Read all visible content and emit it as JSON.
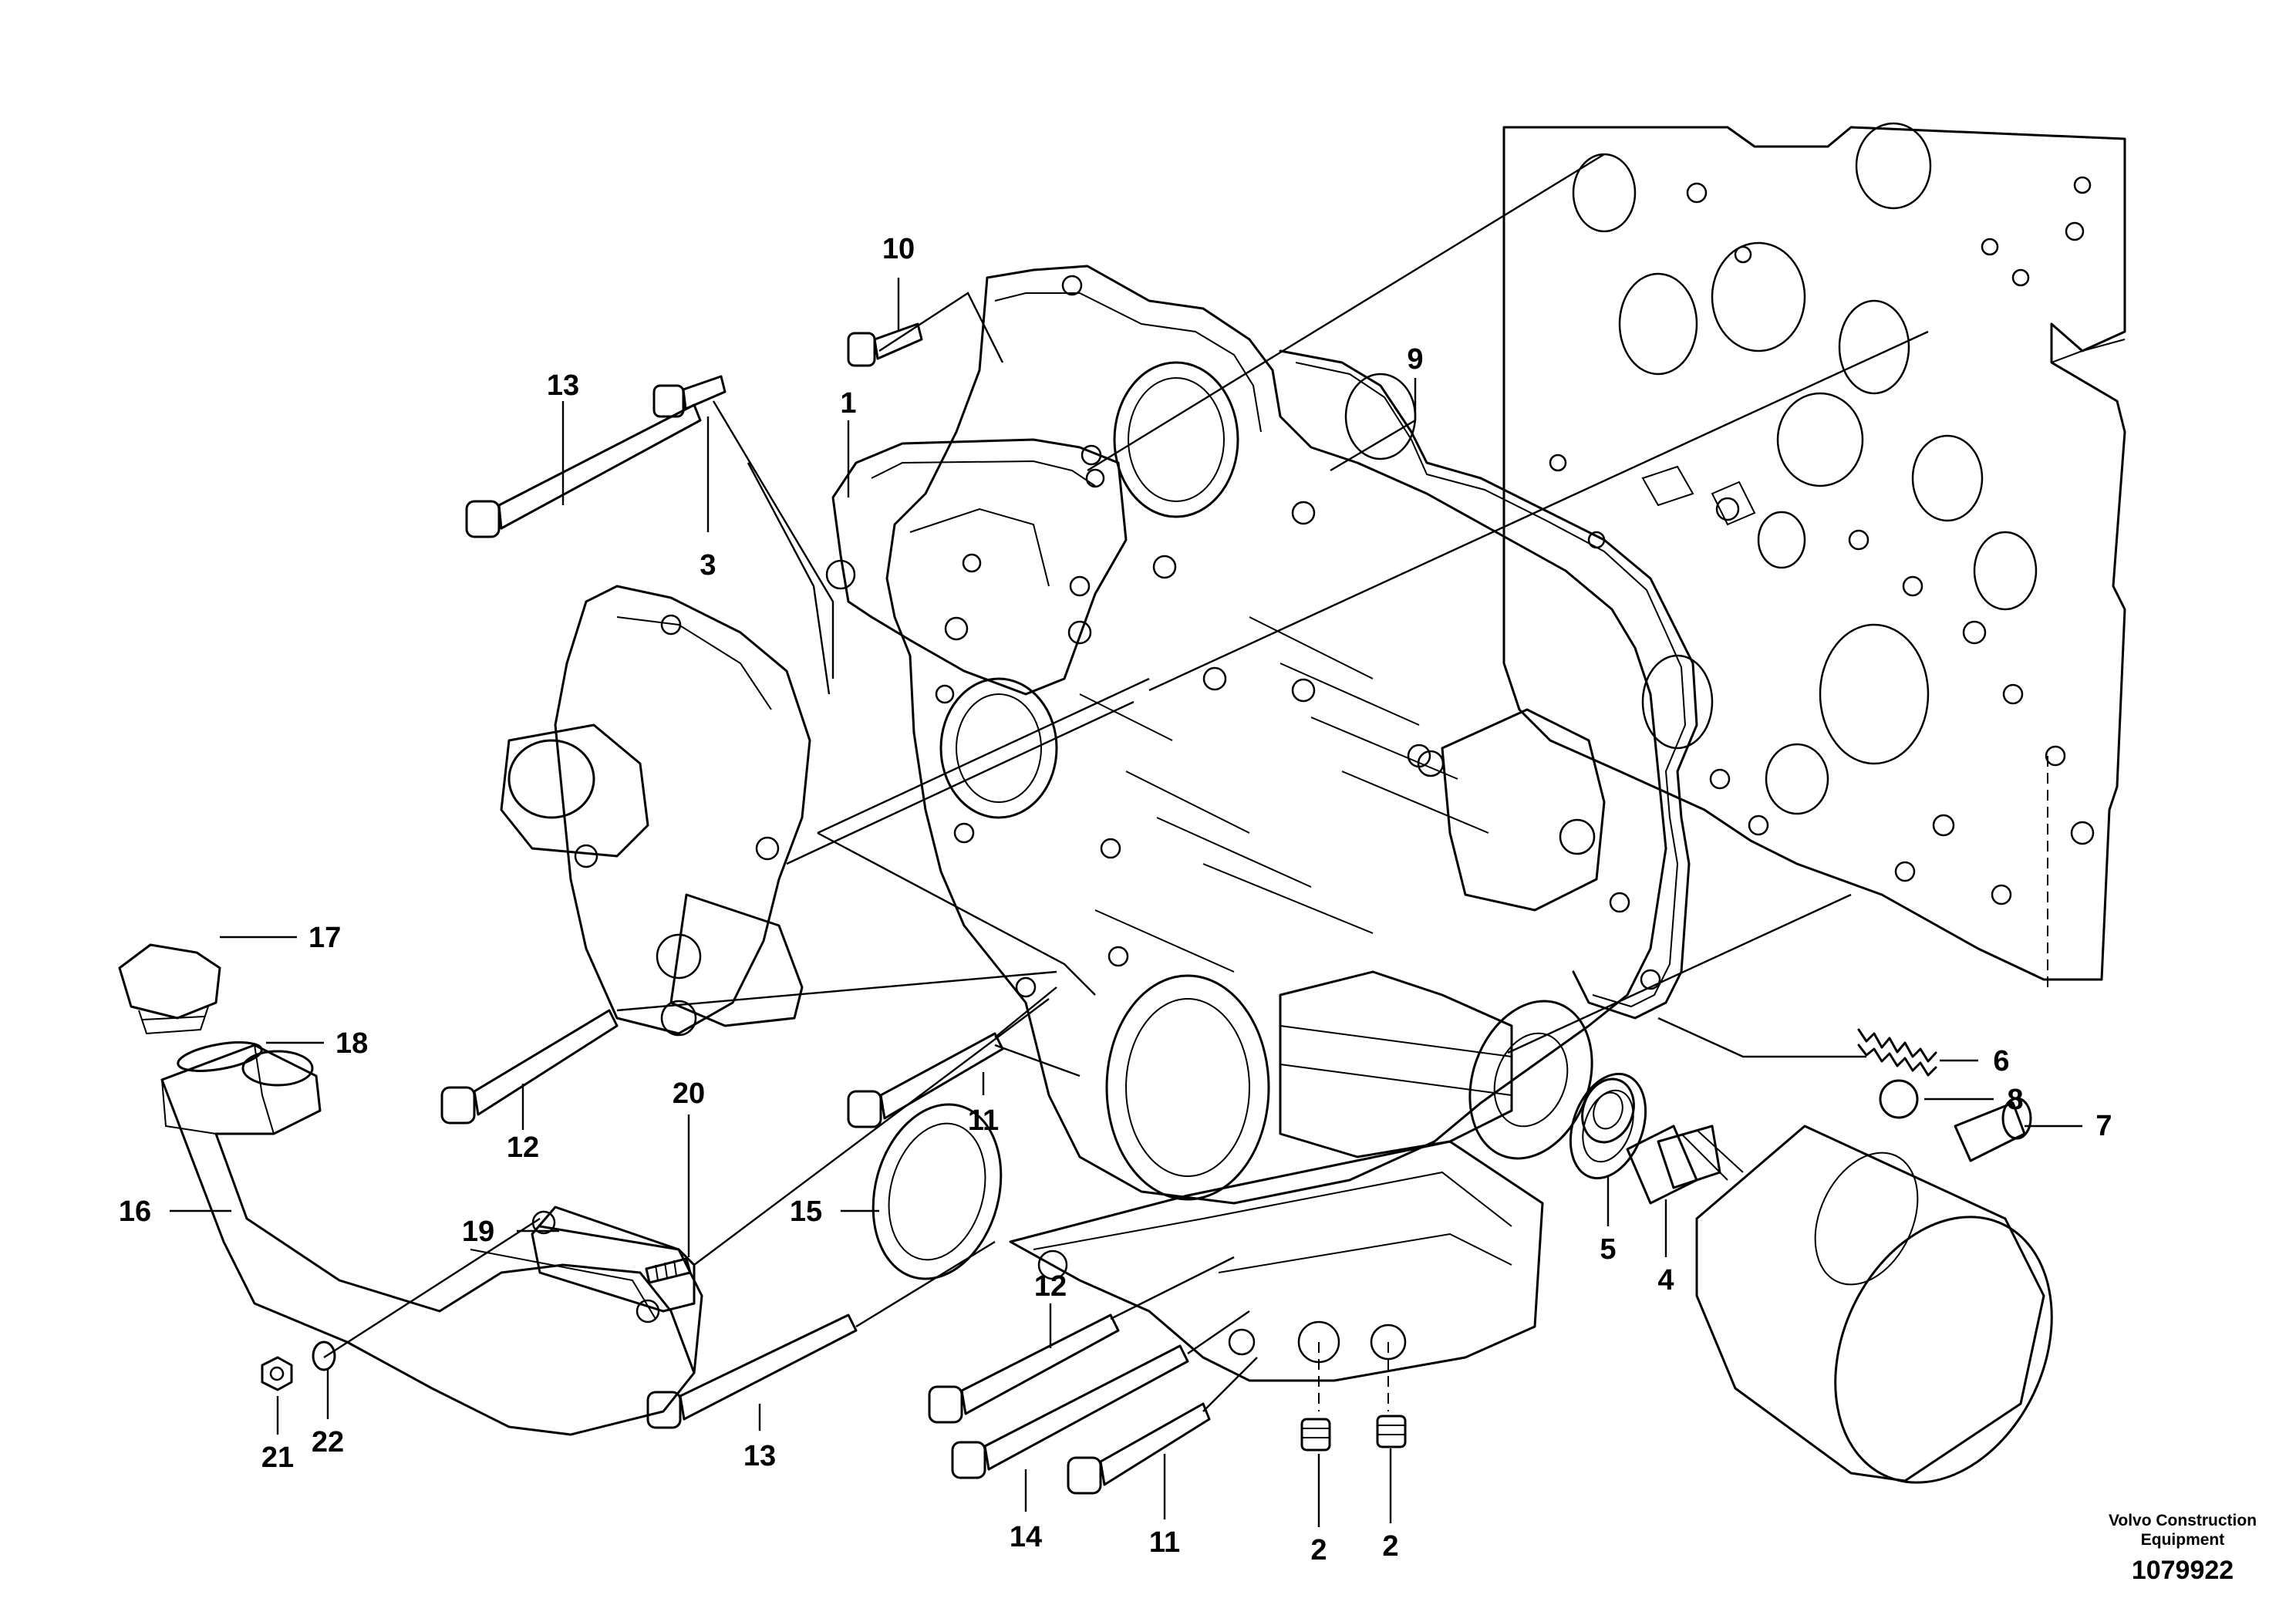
{
  "callouts": {
    "c1": "1",
    "c2a": "2",
    "c2b": "2",
    "c3": "3",
    "c4": "4",
    "c5": "5",
    "c6": "6",
    "c7": "7",
    "c8": "8",
    "c9": "9",
    "c10": "10",
    "c11a": "11",
    "c11b": "11",
    "c12a": "12",
    "c12b": "12",
    "c13a": "13",
    "c13b": "13",
    "c14": "14",
    "c15": "15",
    "c16": "16",
    "c17": "17",
    "c18": "18",
    "c19": "19",
    "c20": "20",
    "c21": "21",
    "c22": "22"
  },
  "footer": {
    "brand_line1": "Volvo Construction",
    "brand_line2": "Equipment",
    "reference_number": "1079922"
  }
}
